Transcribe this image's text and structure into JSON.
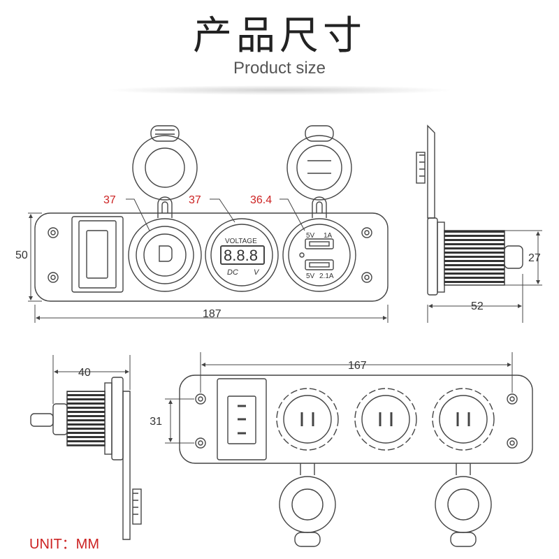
{
  "header": {
    "title_zh": "产品尺寸",
    "title_en": "Product size"
  },
  "front_view": {
    "switch_label": "",
    "socket_diameter": "37",
    "voltmeter_diameter": "37",
    "usb_diameter": "36.4",
    "height": "50",
    "width": "187",
    "voltmeter": {
      "title": "VOLTAGE",
      "digits": "8.8.8",
      "left_label": "DC",
      "right_label": "V"
    },
    "usb": {
      "port1_left": "5V",
      "port1_right": "1A",
      "port2_left": "5V",
      "port2_right": "2.1A"
    }
  },
  "side_view_right": {
    "depth": "52",
    "thread_height": "27"
  },
  "side_view_left": {
    "depth": "40"
  },
  "back_view": {
    "hole_spacing_width": "167",
    "hole_spacing_height": "31"
  },
  "unit": {
    "label": "UNIT：",
    "value": "MM"
  },
  "colors": {
    "line": "#444444",
    "dimension_red": "#cc2222",
    "text": "#333333"
  }
}
